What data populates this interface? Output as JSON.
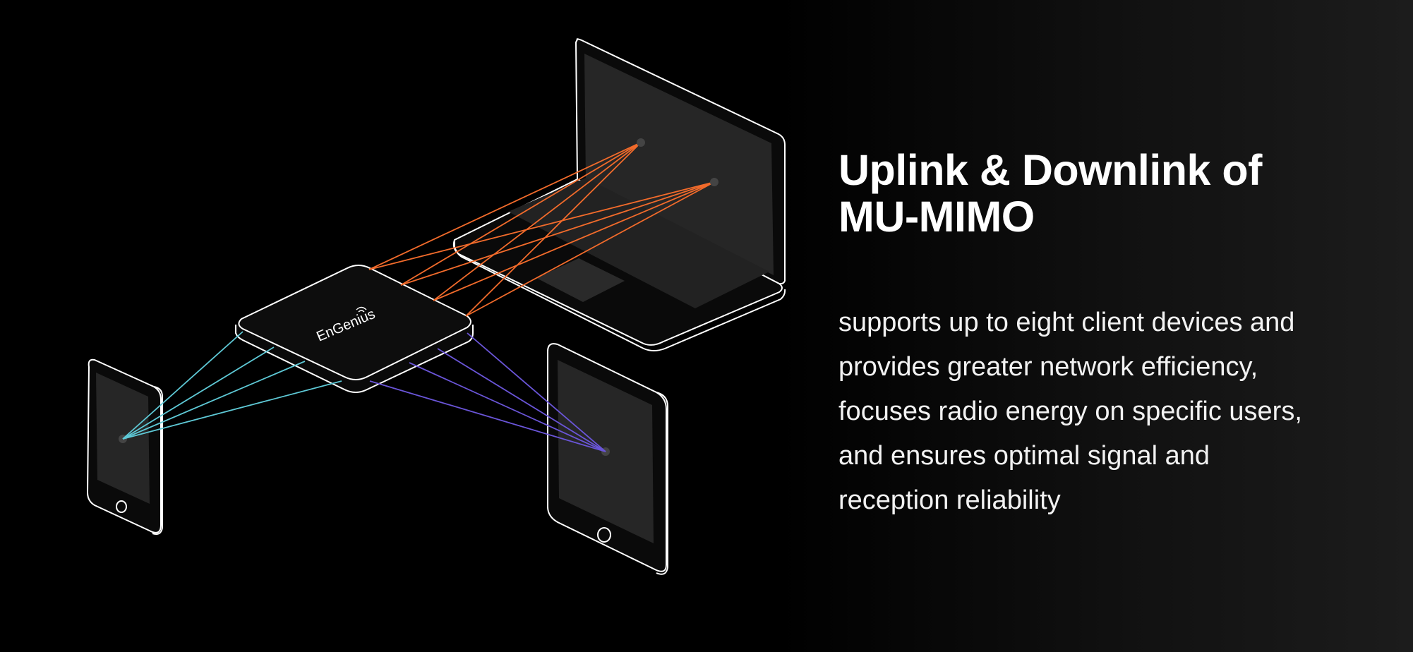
{
  "heading": {
    "line1": "Uplink & Downlink of",
    "line2": "MU-MIMO"
  },
  "body": {
    "lines": [
      "supports up to eight client devices and",
      "provides greater network efficiency,",
      "focuses radio energy on specific users,",
      "and ensures optimal signal and",
      "reception reliability"
    ]
  },
  "illustration": {
    "access_point_brand": "EnGenius",
    "colors": {
      "laptop_links": "#f26b2b",
      "phone_links": "#5ec9d6",
      "tablet_links": "#6a55d8",
      "outline": "#ffffff",
      "screen": "#262626"
    }
  }
}
